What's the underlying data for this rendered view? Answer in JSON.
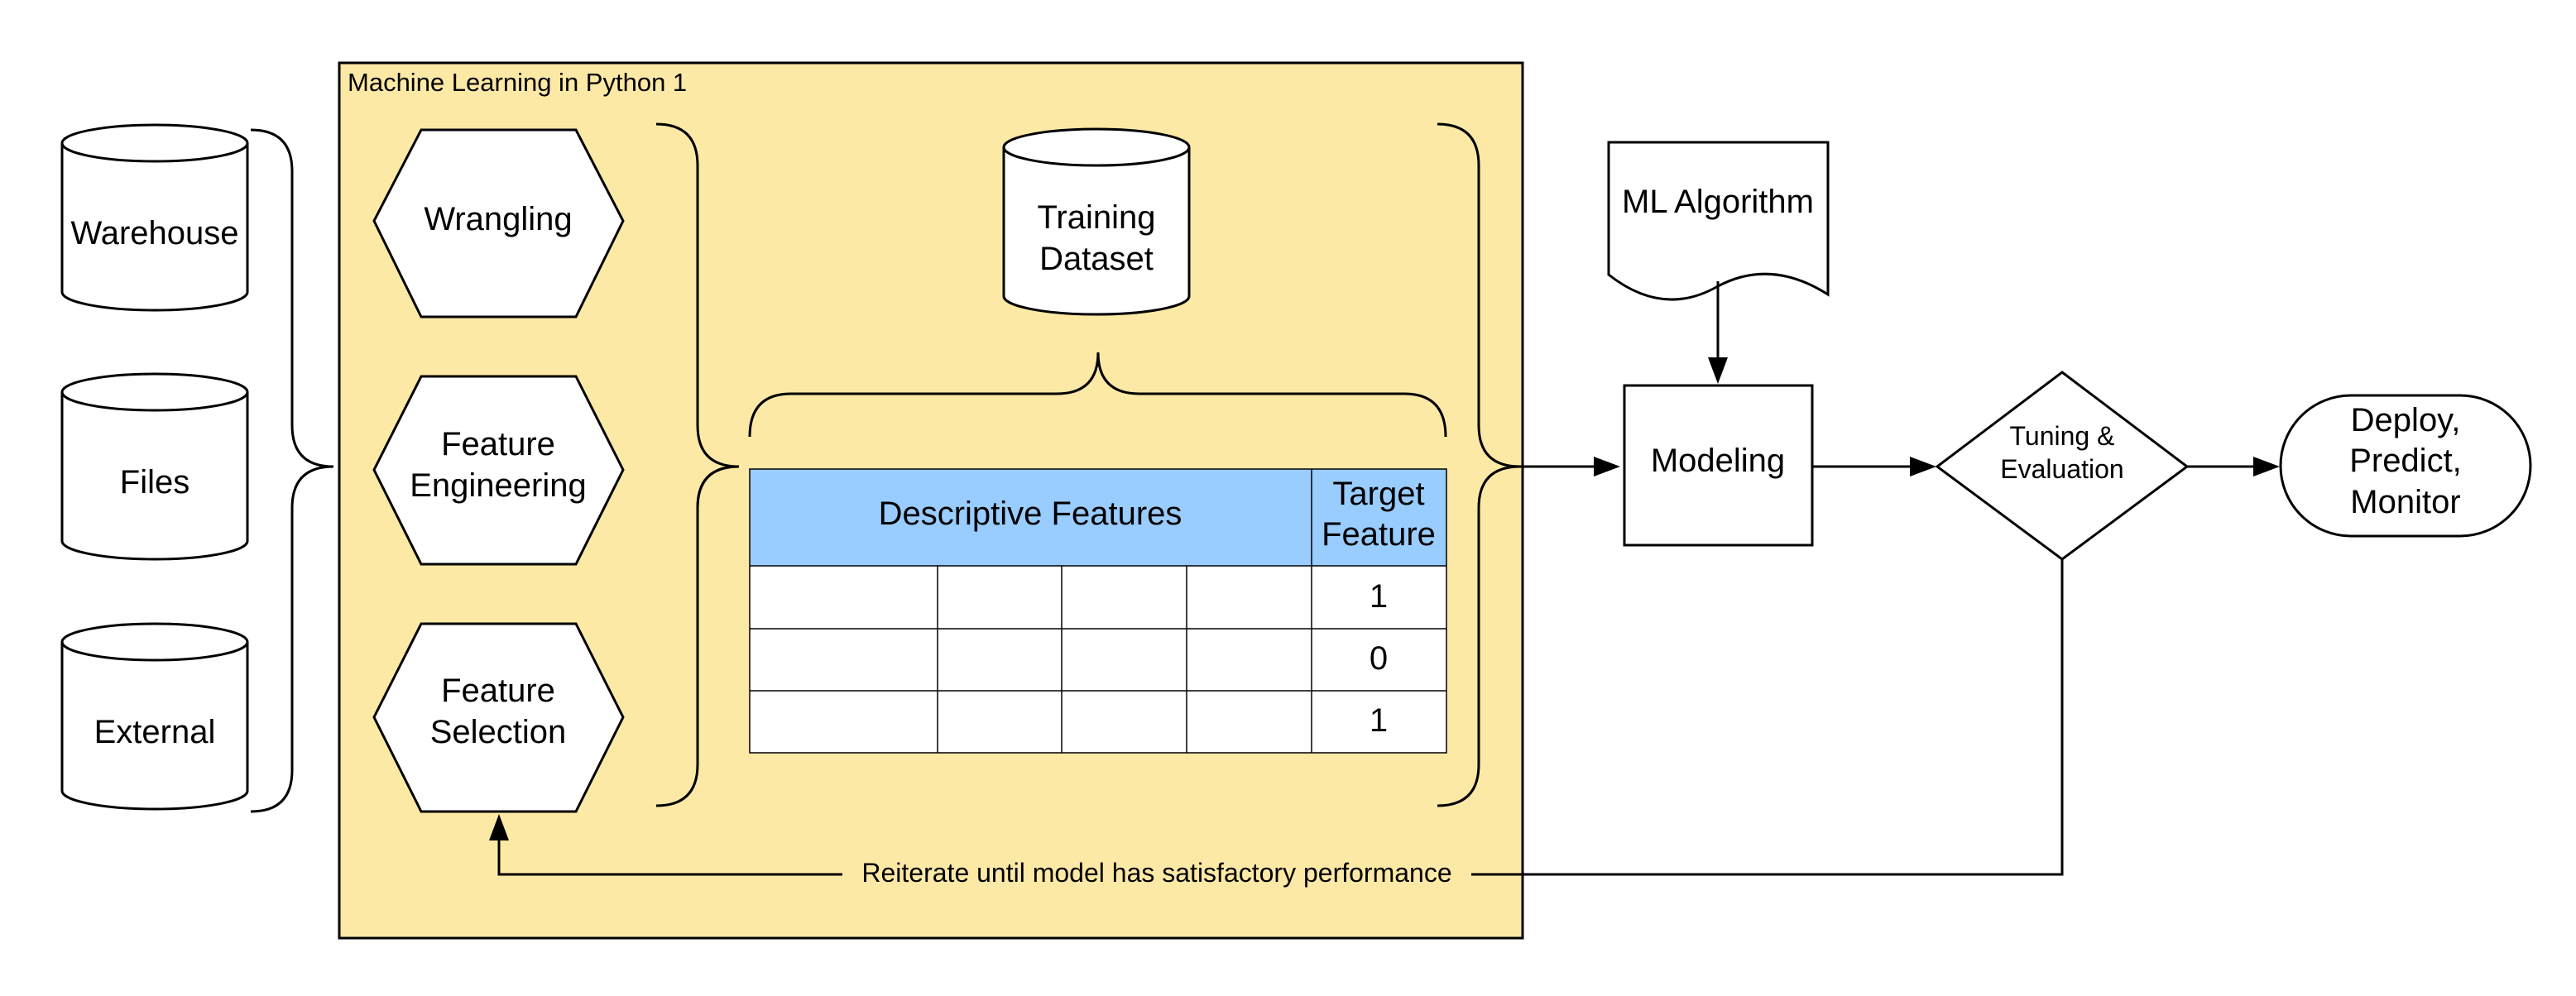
{
  "panel": {
    "title": "Machine Learning in Python 1",
    "fill": "#fde9a6"
  },
  "sources": {
    "warehouse": "Warehouse",
    "files": "Files",
    "external": "External"
  },
  "steps": {
    "wrangling": "Wrangling",
    "feature_engineering": [
      "Feature",
      "Engineering"
    ],
    "feature_selection": [
      "Feature",
      "Selection"
    ]
  },
  "training_dataset": [
    "Training",
    "Dataset"
  ],
  "table": {
    "header_fill": "#99ccff",
    "descriptive_header": "Descriptive Features",
    "target_header": [
      "Target",
      "Feature"
    ],
    "target_values": [
      "1",
      "0",
      "1"
    ]
  },
  "ml_algorithm": "ML Algorithm",
  "modeling": "Modeling",
  "tuning": [
    "Tuning &",
    "Evaluation"
  ],
  "deploy": [
    "Deploy,",
    "Predict,",
    "Monitor"
  ],
  "feedback_label": "Reiterate until model has satisfactory performance"
}
